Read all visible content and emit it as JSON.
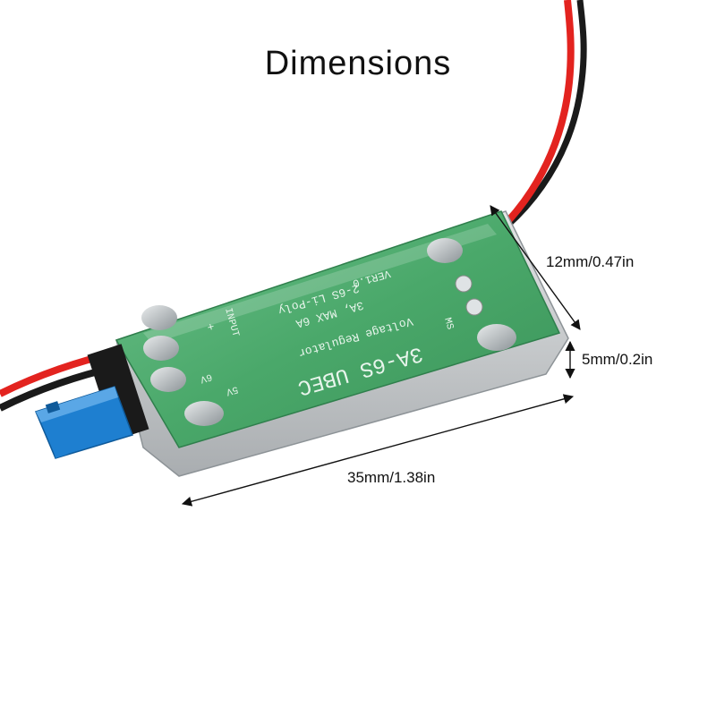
{
  "title": "Dimensions",
  "dimensions": {
    "width": "12mm/0.47in",
    "height": "5mm/0.2in",
    "length": "35mm/1.38in"
  },
  "pcb_silkscreen": {
    "model": "3A-6S  UBEC",
    "line1": "Voltage  Regulator",
    "line2": "3A, MAX  6A",
    "line3": "2-6S  Li-Poly",
    "line4": "VER1.0",
    "input": "INPUT",
    "output_5v": "5V",
    "output_6v": "6V",
    "plus": "+",
    "minus": "-",
    "ms": "MS"
  },
  "colors": {
    "pcb": "#4aa86a",
    "pcb_dark": "#2f7f4c",
    "wire_red": "#e3231f",
    "wire_black": "#1a1a1a",
    "jumper": "#1e7fd0",
    "housing": "#cfd2d4"
  }
}
